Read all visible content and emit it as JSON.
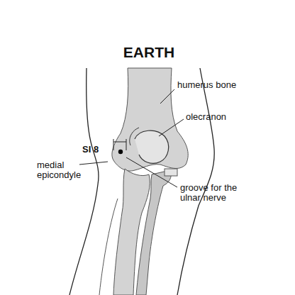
{
  "diagram": {
    "title": "EARTH",
    "labels": [
      "humerus bone",
      "olecranon",
      "SI 8",
      "medial epicondyle",
      "groove for the ulnar nerve"
    ]
  }
}
